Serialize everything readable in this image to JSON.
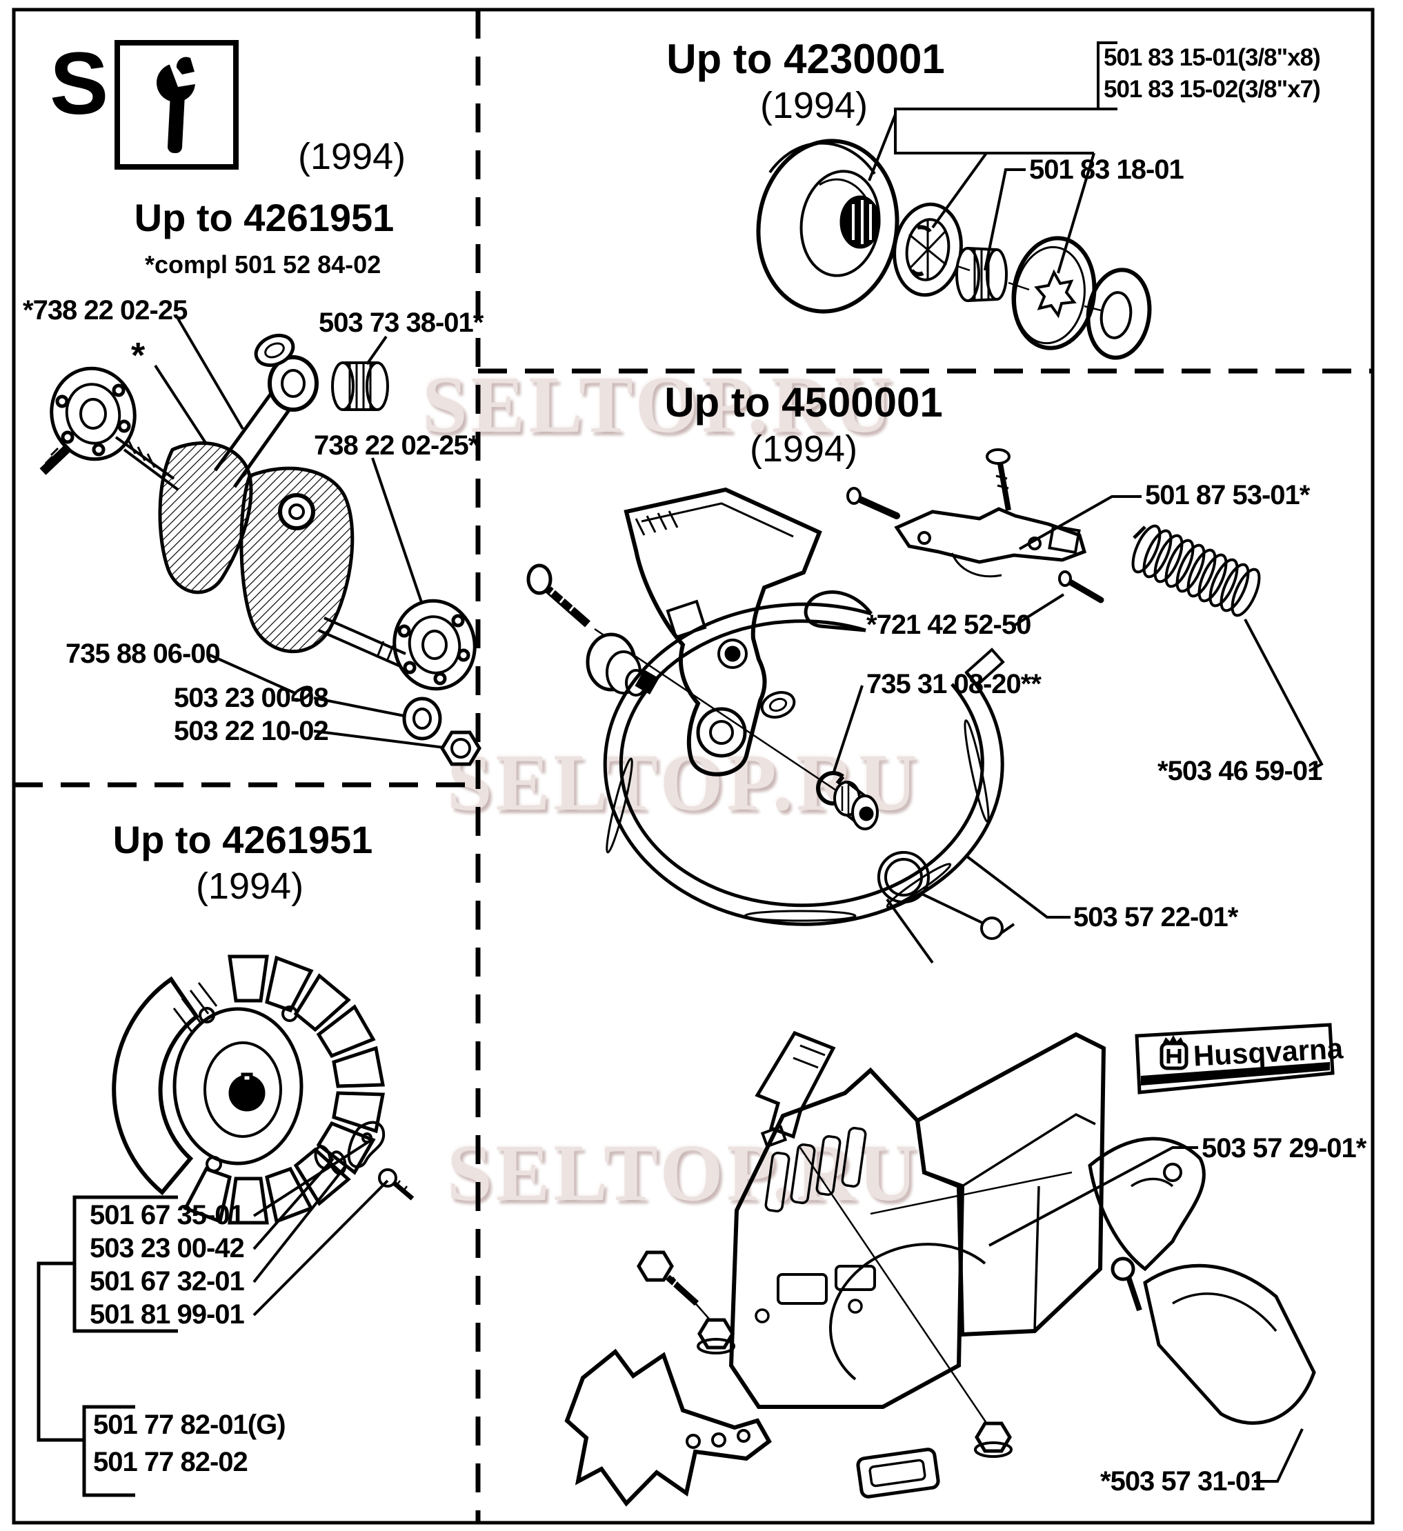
{
  "watermark": {
    "text": "SELTOP.RU"
  },
  "header": {
    "section_letter": "S"
  },
  "sections": {
    "crank": {
      "year": "(1994)",
      "range": "Up to 4261951",
      "note": "*compl 501 52 84-02",
      "parts": {
        "bearing_left": "*738 22 02-25",
        "needle_cage": "503 73 38-01*",
        "asterisk": "*",
        "bearing_right": "738 22 02-25*",
        "key": "735 88 06-00",
        "washer": "503 23 00-08",
        "nut": "503 22 10-02"
      }
    },
    "clutch": {
      "range": "Up to 4230001",
      "year": "(1994)",
      "parts": {
        "rim_sprocket_8": "501 83 15-01(3/8\"x8)",
        "rim_sprocket_7": "501 83 15-02(3/8\"x7)",
        "bearing": "501 83 18-01"
      }
    },
    "brake": {
      "range": "Up to 4500001",
      "year": "(1994)",
      "parts": {
        "lever": "501 87 53-01*",
        "pin": "*721 42 52-50",
        "clip": "735 31 08-20**",
        "spring": "*503 46 59-01",
        "band": "503 57 22-01*"
      }
    },
    "flywheel": {
      "range": "Up to 4261951",
      "year": "(1994)",
      "parts": {
        "p1": "501 67 35-01",
        "p2": "503 23 00-42",
        "p3": "501 67 32-01",
        "p4": "501 81 99-01",
        "p5": "501 77 82-01(G)",
        "p6": "501 77 82-02"
      }
    },
    "cover": {
      "brand": "Husqvarna",
      "parts": {
        "cover": "503 57 29-01*",
        "side_plate": "*503 57 31-01"
      }
    }
  }
}
